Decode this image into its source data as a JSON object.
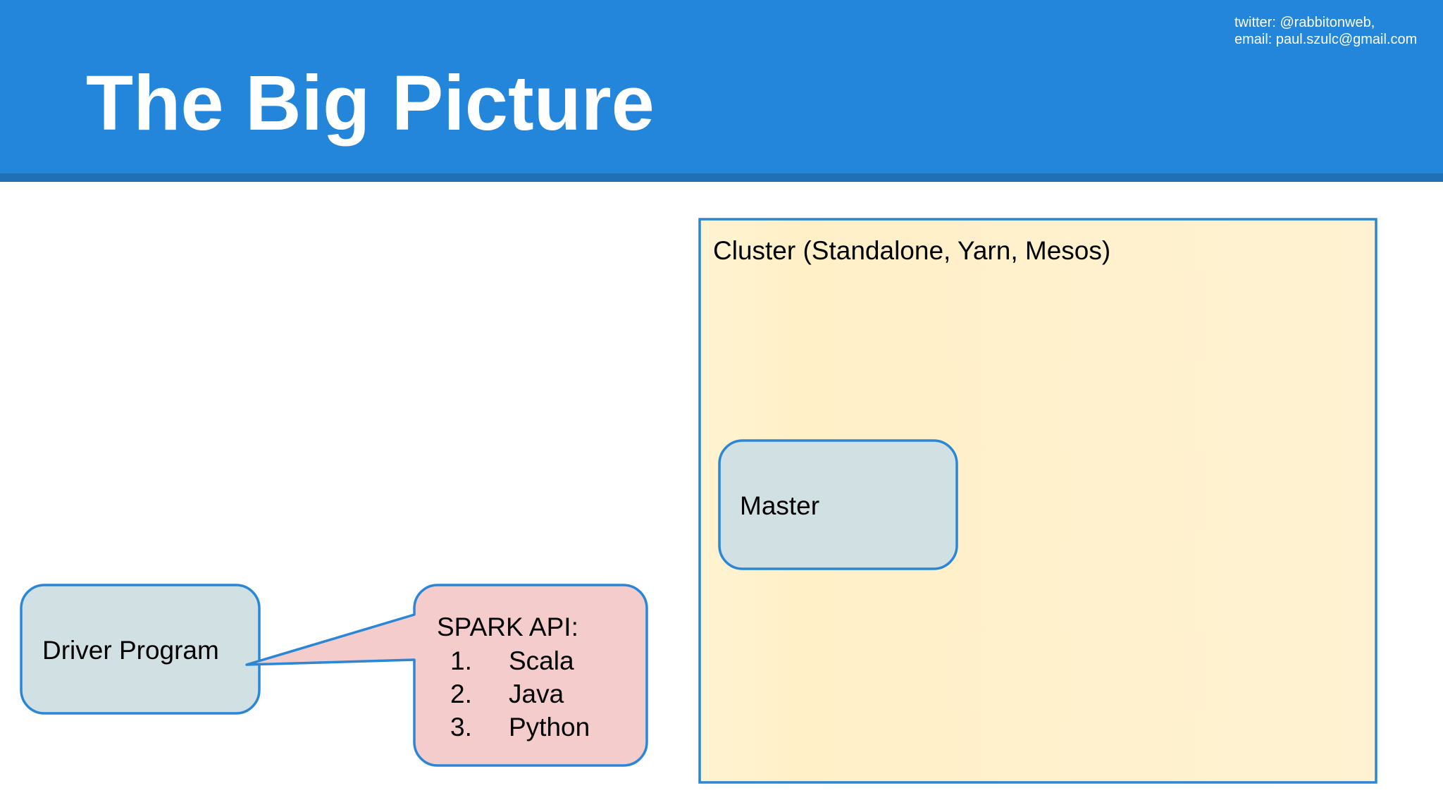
{
  "slide": {
    "title": "The Big Picture",
    "contact": {
      "twitter": "twitter: @rabbitonweb,",
      "email": "email: paul.szulc@gmail.com"
    }
  },
  "diagram": {
    "cluster": {
      "label": "Cluster (Standalone, Yarn, Mesos)",
      "fill": "#fff2cc",
      "border": "#2a86d6"
    },
    "master": {
      "label": "Master",
      "fill": "#d0e0e3"
    },
    "driver": {
      "label": "Driver Program",
      "fill": "#d0e0e3"
    },
    "spark_api": {
      "heading": "SPARK API:",
      "fill": "#f4cccc",
      "items": [
        {
          "num": "1.",
          "label": "Scala"
        },
        {
          "num": "2.",
          "label": "Java"
        },
        {
          "num": "3.",
          "label": "Python"
        }
      ]
    }
  }
}
